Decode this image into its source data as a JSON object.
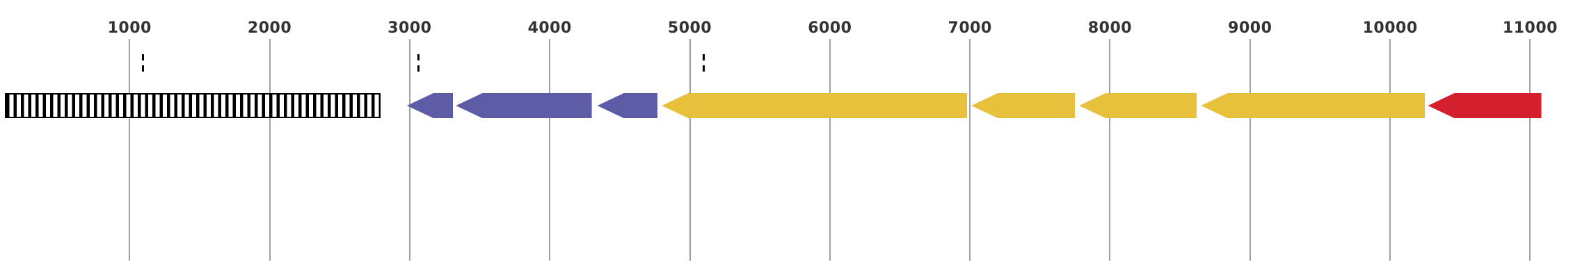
{
  "chart_data": {
    "type": "genome-feature-map",
    "description": "Linear sequence map with a position ruler, vertical gridlines, a hatched region and left-pointing (reverse strand) gene arrows",
    "axis": {
      "min": 75,
      "max": 11420,
      "ticks": [
        1000,
        2000,
        3000,
        4000,
        5000,
        6000,
        7000,
        8000,
        9000,
        10000,
        11000
      ],
      "tick_labels": [
        "1000",
        "2000",
        "3000",
        "4000",
        "5000",
        "6000",
        "7000",
        "8000",
        "9000",
        "10000",
        "11000"
      ],
      "grid": true
    },
    "colors": {
      "background": "#ffffff",
      "gridline": "#a0a0a0",
      "tick_label": "#333333",
      "hatch": "#000000",
      "purple": "#5c5ba6",
      "gold": "#e8c13c",
      "red": "#d41f2c"
    },
    "features": [
      {
        "id": "hatched-region",
        "start": 110,
        "end": 2790,
        "shape": "hatched-box",
        "color": "hatch",
        "strand": "none"
      },
      {
        "id": "feature-2",
        "start": 2980,
        "end": 3310,
        "shape": "arrow",
        "color": "purple",
        "strand": "reverse"
      },
      {
        "id": "feature-3",
        "start": 3330,
        "end": 4300,
        "shape": "arrow",
        "color": "purple",
        "strand": "reverse"
      },
      {
        "id": "feature-4",
        "start": 4340,
        "end": 4770,
        "shape": "arrow",
        "color": "purple",
        "strand": "reverse"
      },
      {
        "id": "feature-5",
        "start": 4800,
        "end": 6980,
        "shape": "arrow",
        "color": "gold",
        "strand": "reverse"
      },
      {
        "id": "feature-6",
        "start": 7010,
        "end": 7750,
        "shape": "arrow",
        "color": "gold",
        "strand": "reverse"
      },
      {
        "id": "feature-7",
        "start": 7780,
        "end": 8620,
        "shape": "arrow",
        "color": "gold",
        "strand": "reverse"
      },
      {
        "id": "feature-8",
        "start": 8650,
        "end": 10250,
        "shape": "arrow",
        "color": "gold",
        "strand": "reverse"
      },
      {
        "id": "feature-9",
        "start": 10270,
        "end": 11080,
        "shape": "arrow",
        "color": "red",
        "strand": "reverse"
      }
    ],
    "break_marks": [
      1090,
      3055,
      5090
    ]
  }
}
